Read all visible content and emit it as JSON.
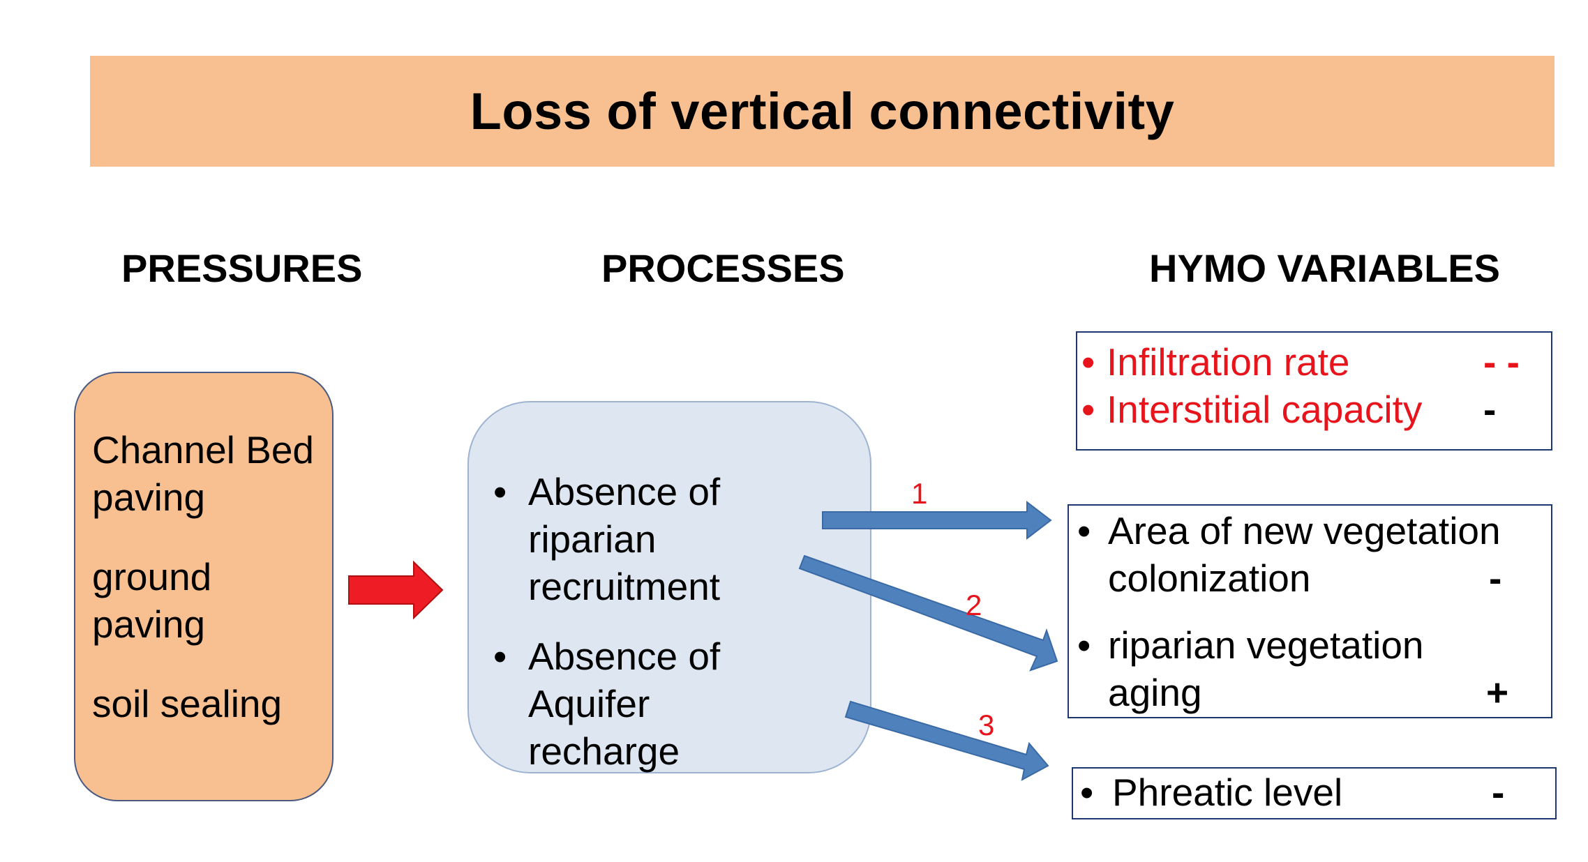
{
  "title": "Loss of vertical connectivity",
  "headers": {
    "pressures": "PRESSURES",
    "processes": "PROCESSES",
    "hymo": "HYMO VARIABLES"
  },
  "pressures": {
    "item1_line1": "Channel Bed",
    "item1_line2": "paving",
    "item2_line1": "ground",
    "item2_line2": "paving",
    "item3": "soil sealing"
  },
  "processes": {
    "item1": [
      "Absence of",
      "riparian",
      "recruitment"
    ],
    "item2": [
      "Absence of",
      "Aquifer",
      "recharge"
    ]
  },
  "arrow_labels": [
    "1",
    "2",
    "3"
  ],
  "hymo": {
    "box1": {
      "items": [
        {
          "label": "Infiltration rate",
          "sign": "- -"
        },
        {
          "label": "Interstitial capacity",
          "sign": "-"
        }
      ]
    },
    "box2": {
      "items": [
        {
          "line1": "Area of new vegetation",
          "line2": "colonization",
          "sign": "-"
        },
        {
          "line1": "riparian vegetation",
          "line2": "aging",
          "sign": "+"
        }
      ]
    },
    "box3": {
      "items": [
        {
          "label": "Phreatic level",
          "sign": "-"
        }
      ]
    }
  },
  "bullet": "•",
  "colors": {
    "banner": "#f8c090",
    "pressure_box": "#f8c090",
    "process_box": "#dde6f1",
    "red_arrow": "#ee1c24",
    "blue_arrow": "#4f81bd",
    "highlight_text": "#e8141c"
  }
}
